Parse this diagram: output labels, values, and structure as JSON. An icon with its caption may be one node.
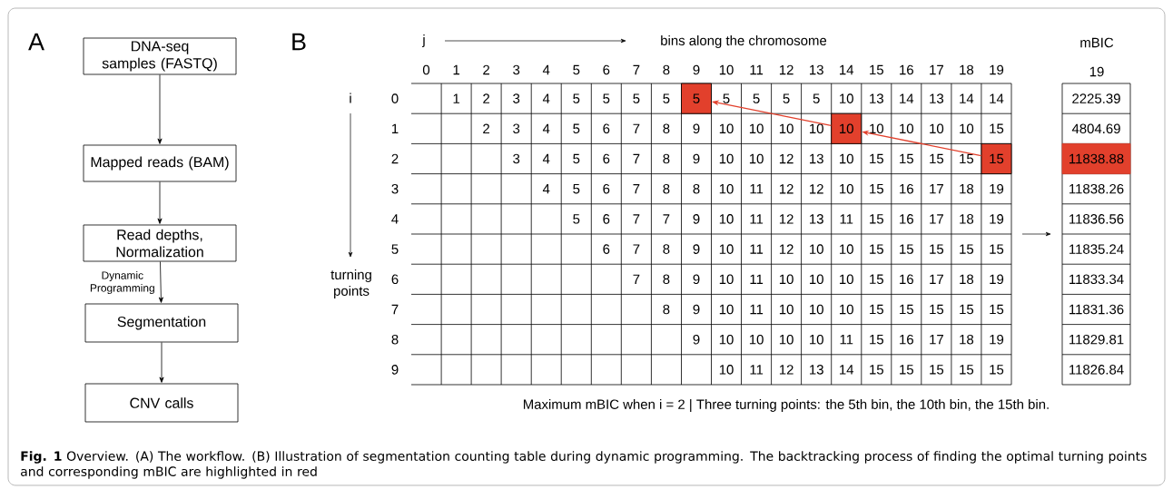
{
  "diagram": {
    "caption": "**Fig. 1** Overview. (A) The workflow. (B) Illustration of segmentation counting table during dynamic programming. The backtracking process of finding the optimal turning points and corresponding mBIC are highlighted in red",
    "nodes": [
      {
        "text": [
          "DNA-seq samples (FASTQ)"
        ]
      },
      {
        "text": [
          "Mapped reads (BAM)"
        ]
      },
      {
        "text": [
          "Read depths, Normalization"
        ]
      },
      {
        "text": [
          "Segmentation"
        ]
      },
      {
        "text": [
          "CNV calls"
        ]
      },
      {
        "text": [
          "5"
        ]
      },
      {
        "text": [
          "10"
        ]
      },
      {
        "text": [
          "15"
        ]
      },
      {
        "text": [
          "11838.88"
        ]
      }
    ],
    "edges": [
      {
        "from": 0,
        "to": 1,
        "arrow": "to"
      },
      {
        "from": 1,
        "to": 2,
        "arrow": "to"
      },
      {
        "from": 2,
        "to": 3,
        "arrow": "to",
        "label": "Dynamic Programming"
      },
      {
        "from": 3,
        "to": 4,
        "arrow": "to"
      },
      {
        "from": 7,
        "to": 6,
        "arrow": "to",
        "color": "#e2402c"
      },
      {
        "from": 6,
        "to": 5,
        "arrow": "to",
        "color": "#e2402c"
      }
    ],
    "labels": [
      "A",
      "B",
      "j",
      "bins along the chromosome",
      "mBIC",
      "0",
      "1",
      "2",
      "3",
      "4",
      "5",
      "6",
      "7",
      "8",
      "9",
      "10",
      "11",
      "12",
      "13",
      "14",
      "15",
      "16",
      "17",
      "18",
      "19",
      "19",
      "i",
      "turning points",
      "0",
      "1",
      "2",
      "3",
      "4",
      "5",
      "6",
      "7",
      "8",
      "9",
      "1",
      "2",
      "3",
      "4",
      "5",
      "5",
      "5",
      "5",
      "5",
      "5",
      "5",
      "5",
      "10",
      "13",
      "14",
      "13",
      "14",
      "14",
      "2",
      "3",
      "4",
      "5",
      "6",
      "7",
      "8",
      "9",
      "10",
      "10",
      "10",
      "10",
      "10",
      "10",
      "10",
      "10",
      "15",
      "3",
      "4",
      "5",
      "6",
      "7",
      "8",
      "9",
      "10",
      "10",
      "12",
      "13",
      "10",
      "15",
      "15",
      "15",
      "15",
      "4",
      "5",
      "6",
      "7",
      "8",
      "8",
      "10",
      "11",
      "12",
      "12",
      "10",
      "15",
      "16",
      "17",
      "18",
      "19",
      "5",
      "6",
      "7",
      "7",
      "9",
      "10",
      "11",
      "12",
      "13",
      "11",
      "15",
      "16",
      "17",
      "18",
      "19",
      "6",
      "7",
      "8",
      "9",
      "10",
      "11",
      "12",
      "10",
      "10",
      "15",
      "15",
      "15",
      "15",
      "15",
      "7",
      "8",
      "9",
      "10",
      "11",
      "10",
      "10",
      "10",
      "15",
      "16",
      "17",
      "18",
      "19",
      "8",
      "9",
      "10",
      "11",
      "10",
      "10",
      "10",
      "15",
      "15",
      "15",
      "15",
      "15",
      "9",
      "10",
      "10",
      "10",
      "10",
      "11",
      "15",
      "16",
      "17",
      "18",
      "19",
      "10",
      "11",
      "12",
      "13",
      "14",
      "15",
      "15",
      "15",
      "15",
      "15",
      "2225.39",
      "4804.69",
      "11838.26",
      "11836.56",
      "11835.24",
      "11833.34",
      "11831.36",
      "11829.81",
      "11826.84",
      "Maximum mBIC when i = 2 | Three turning points: the 5th bin, the 10th bin, the 15th bin."
    ]
  }
}
